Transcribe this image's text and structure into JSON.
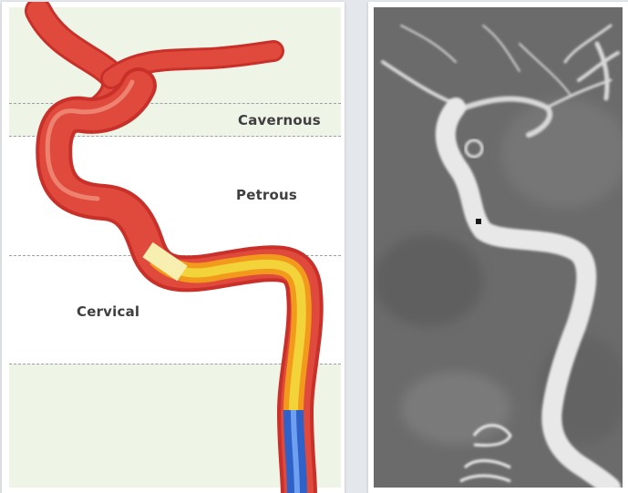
{
  "diagram": {
    "regions": [
      {
        "id": "cavernous",
        "label": "Cavernous"
      },
      {
        "id": "petrous",
        "label": "Petrous"
      },
      {
        "id": "cervical",
        "label": "Cervical"
      }
    ],
    "colors": {
      "tinted_band": "#eef4e6",
      "white_band": "#ffffff",
      "vessel": "#e04a3c",
      "vessel_outline": "#c9302a",
      "vessel_highlight": "#f29a88",
      "catheter_inner": "#f2d33a",
      "catheter_outer": "#f29a1c",
      "catheter_tip": "#f7efb0",
      "catheter_shaft": "#2f62c9",
      "angiogram_bg": "#6b6b6b",
      "angiogram_vessel": "#e8e8e8"
    }
  }
}
